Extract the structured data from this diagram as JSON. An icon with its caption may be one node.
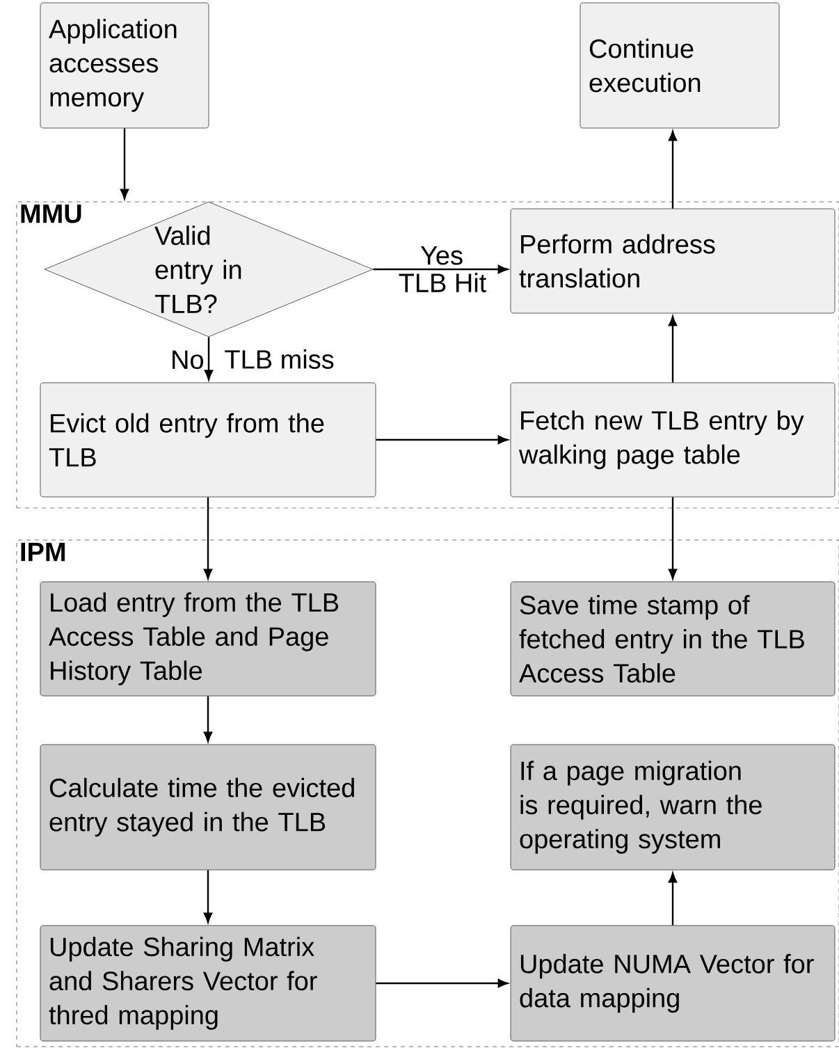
{
  "diagram": {
    "nodes": [
      {
        "text": [
          "Application accesses memory"
        ]
      },
      {
        "text": [
          "Continue execution"
        ]
      },
      {
        "text": [
          "MMU"
        ]
      },
      {
        "text": [
          "Valid entry in TLB?"
        ],
        "in": 2
      },
      {
        "text": [
          "Perform address translation"
        ],
        "in": 2
      },
      {
        "text": [
          "Evict old entry from the TLB"
        ],
        "in": 2
      },
      {
        "text": [
          "Fetch new TLB entry by walking page table"
        ],
        "in": 2
      },
      {
        "text": [
          "IPM"
        ]
      },
      {
        "text": [
          "Load entry from the TLB Access Table and Page History Table"
        ],
        "in": 7
      },
      {
        "text": [
          "Save time stamp of fetched entry in the TLB Access Table"
        ],
        "in": 7
      },
      {
        "text": [
          "Calculate time the evicted entry stayed in the TLB"
        ],
        "in": 7
      },
      {
        "text": [
          "If a page migration is required, warn the operating system"
        ],
        "in": 7
      },
      {
        "text": [
          "Update Sharing Matrix and Sharers Vector for thred mapping"
        ],
        "in": 7
      },
      {
        "text": [
          "Update NUMA Vector for data mapping"
        ],
        "in": 7
      }
    ],
    "edges": [
      {
        "from": 0,
        "to": 3,
        "arrow": "to"
      },
      {
        "from": 3,
        "to": 4,
        "arrow": "to",
        "label": "Yes"
      },
      {
        "from": 3,
        "to": 5,
        "arrow": "to",
        "label": "No"
      },
      {
        "from": 5,
        "to": 6,
        "arrow": "to"
      },
      {
        "from": 6,
        "to": 4,
        "arrow": "to"
      },
      {
        "from": 4,
        "to": 1,
        "arrow": "to"
      },
      {
        "from": 5,
        "to": 8,
        "arrow": "to"
      },
      {
        "from": 6,
        "to": 9,
        "arrow": "to"
      },
      {
        "from": 8,
        "to": 10,
        "arrow": "to"
      },
      {
        "from": 10,
        "to": 12,
        "arrow": "to"
      },
      {
        "from": 12,
        "to": 13,
        "arrow": "to"
      },
      {
        "from": 13,
        "to": 11,
        "arrow": "to"
      }
    ],
    "labels": [
      "TLB Hit",
      "TLB miss"
    ]
  }
}
